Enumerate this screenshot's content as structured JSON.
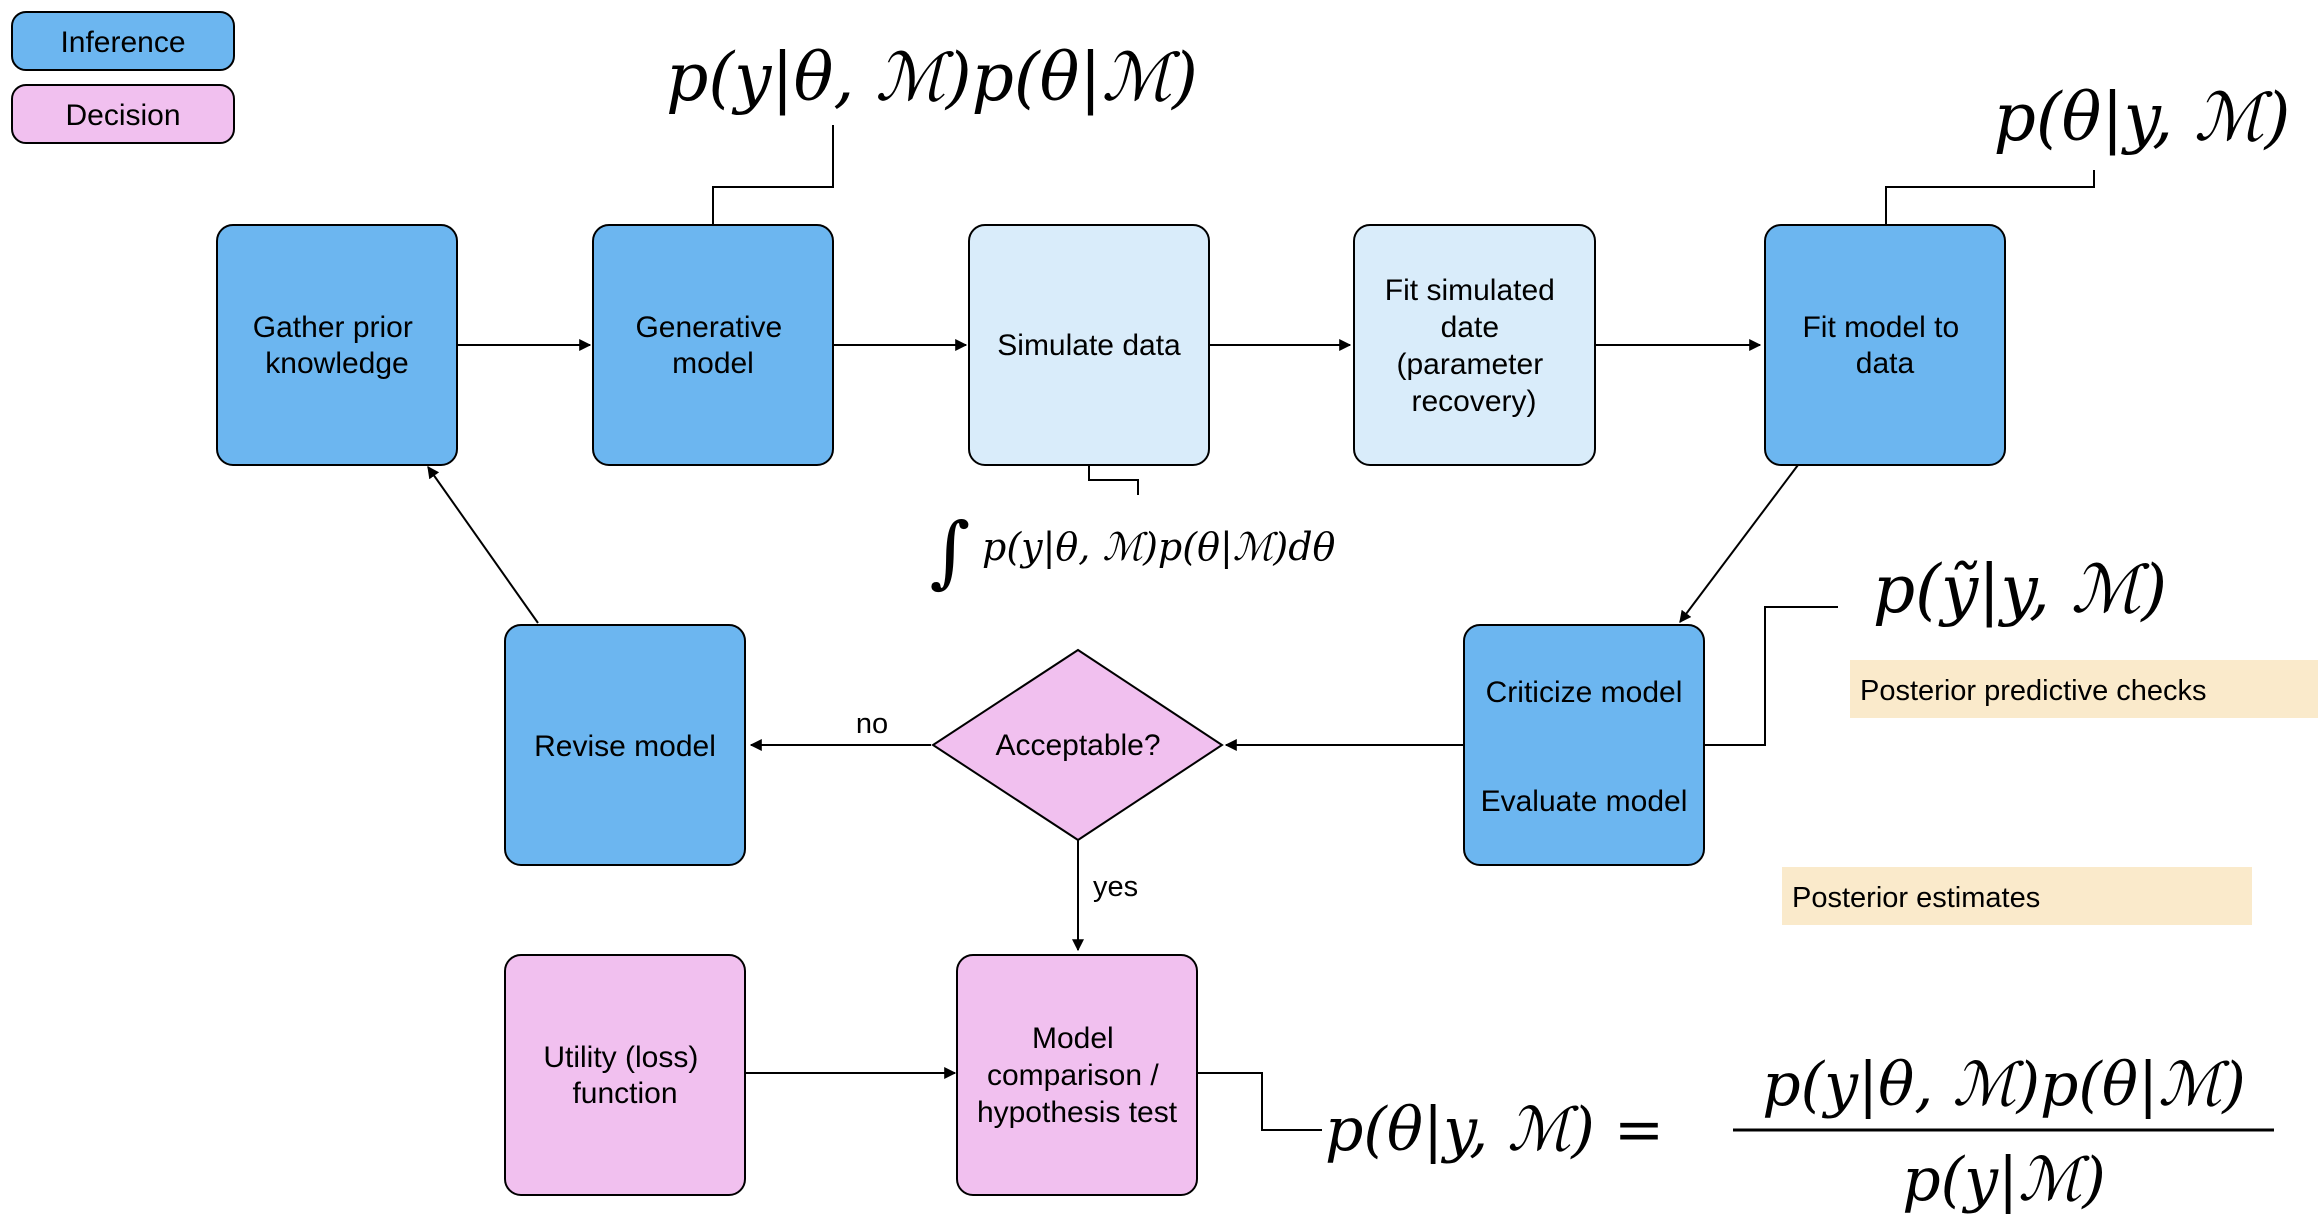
{
  "colors": {
    "inference": "#6cb6f0",
    "inference_light": "#d9ecfa",
    "decision": "#f1c0ef",
    "note_bg": "#faeacb",
    "stroke": "#000000"
  },
  "legend": {
    "inference": "Inference",
    "decision": "Decision"
  },
  "nodes": {
    "gather": [
      "Gather prior",
      "knowledge"
    ],
    "generative": [
      "Generative",
      "model"
    ],
    "simulate": [
      "Simulate data"
    ],
    "fit_simulated": [
      "Fit simulated",
      "date",
      "(parameter",
      "recovery)"
    ],
    "fit_model": [
      "Fit model to",
      "data"
    ],
    "criticize": "Criticize model",
    "evaluate": "Evaluate model",
    "acceptable": "Acceptable?",
    "revise": "Revise model",
    "utility": [
      "Utility (loss)",
      "function"
    ],
    "comparison": [
      "Model",
      "comparison /",
      "hypothesis test"
    ]
  },
  "edge_labels": {
    "no": "no",
    "yes": "yes"
  },
  "notes": {
    "posterior_predictive": "Posterior predictive checks",
    "posterior_estimates": "Posterior estimates"
  },
  "formulas": {
    "joint": "p(y|θ, ℳ)p(θ|ℳ)",
    "posterior_top": "p(θ|y, ℳ)",
    "integral_sign": "∫",
    "integral": "p(y|θ, ℳ)p(θ|ℳ)dθ",
    "predictive": "p(ỹ|y, ℳ)",
    "bayes_lhs": "p(θ|y, ℳ) =",
    "bayes_num": "p(y|θ, ℳ)p(θ|ℳ)",
    "bayes_den": "p(y|ℳ)"
  }
}
